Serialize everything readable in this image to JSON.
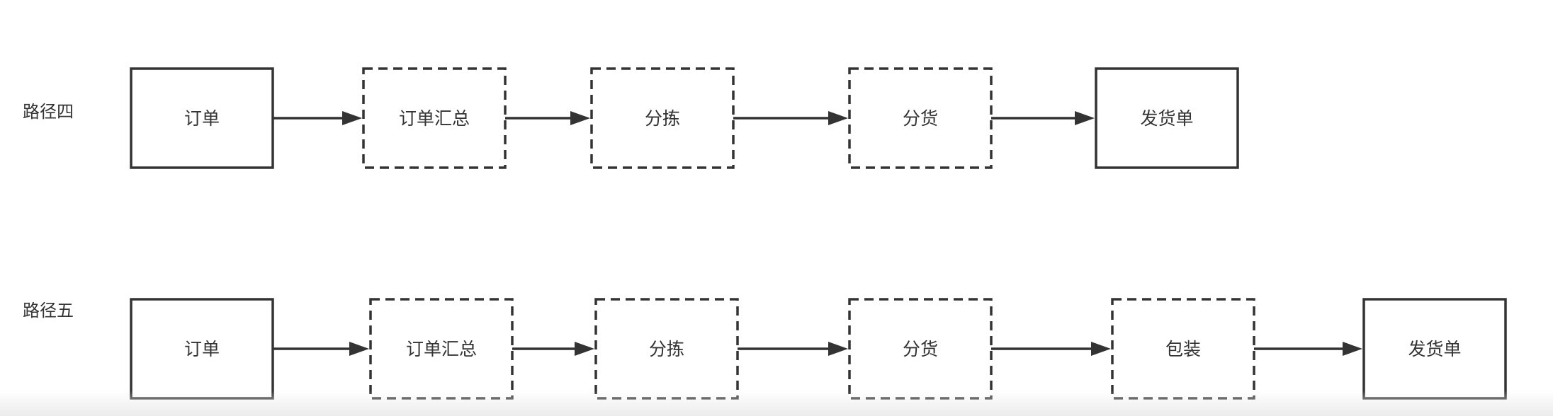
{
  "rows": [
    {
      "label": "路径四",
      "nodes": [
        {
          "label": "订单",
          "style": "solid"
        },
        {
          "label": "订单汇总",
          "style": "dashed"
        },
        {
          "label": "分拣",
          "style": "dashed"
        },
        {
          "label": "分货",
          "style": "dashed"
        },
        {
          "label": "发货单",
          "style": "solid"
        }
      ]
    },
    {
      "label": "路径五",
      "nodes": [
        {
          "label": "订单",
          "style": "solid"
        },
        {
          "label": "订单汇总",
          "style": "dashed"
        },
        {
          "label": "分拣",
          "style": "dashed"
        },
        {
          "label": "分货",
          "style": "dashed"
        },
        {
          "label": "包装",
          "style": "dashed"
        },
        {
          "label": "发货单",
          "style": "solid"
        }
      ]
    }
  ],
  "colors": {
    "stroke": "#333333",
    "text": "#333333",
    "background": "#ffffff"
  }
}
